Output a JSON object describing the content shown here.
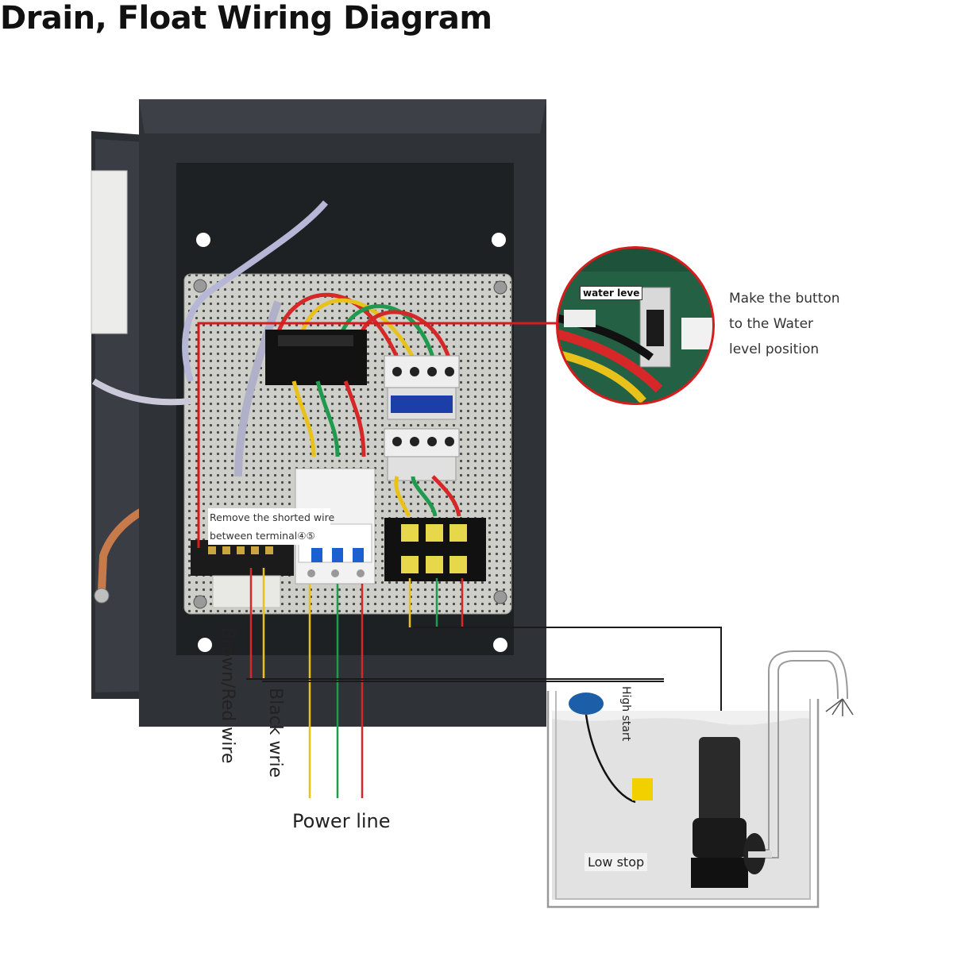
{
  "title": "Drain, Float Wiring Diagram",
  "labels": {
    "shorted_line1": "Remove the shorted wire",
    "shorted_line2": "between terminal④⑤",
    "callout_line1": "Make the button",
    "callout_line2": "to the Water",
    "callout_line3": "level position",
    "inset_label": "water leve",
    "brown_wire": "Brown/Red wire",
    "black_wire": "Black wrie",
    "power_line": "Power line",
    "high_start": "High start",
    "low_stop": "Low stop"
  },
  "colors": {
    "cabinet": "#2f3338",
    "panel": "#c9c9c4",
    "callout_line": "#d61c1c",
    "wire_yellow": "#e8c21a",
    "wire_green": "#1f9a4e",
    "wire_red": "#d62828",
    "float_ball": "#1c5fa8",
    "float_weight": "#f2d000"
  },
  "icons": {
    "cabinet": "control-cabinet-icon",
    "contactor": "contactor-icon",
    "breaker": "circuit-breaker-icon",
    "terminal": "terminal-block-icon",
    "pump": "submersible-pump-icon",
    "float": "float-switch-icon"
  }
}
